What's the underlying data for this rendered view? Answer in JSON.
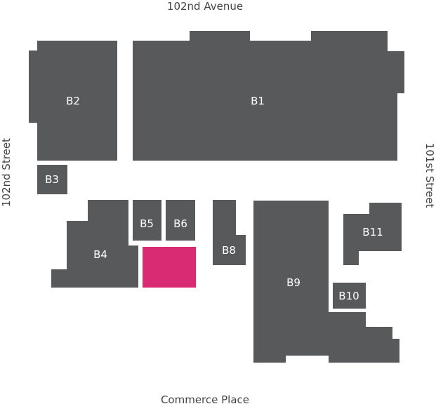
{
  "streets": {
    "top": "102nd Avenue",
    "bottom": "Commerce Place",
    "left": "102nd Street",
    "right": "101st Street"
  },
  "blocks": {
    "b1": "B1",
    "b2": "B2",
    "b3": "B3",
    "b4": "B4",
    "b5": "B5",
    "b6": "B6",
    "b8": "B8",
    "b9": "B9",
    "b10": "B10",
    "b11": "B11"
  },
  "colors": {
    "block": "#58595b",
    "highlight": "#d92b74",
    "street_text": "#444444",
    "block_text": "#ffffff"
  }
}
